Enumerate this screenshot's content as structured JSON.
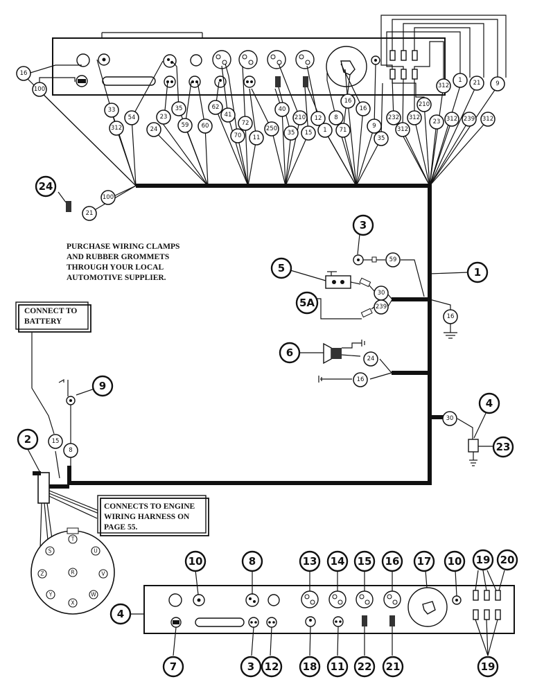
{
  "notes": {
    "purchase": [
      "PURCHASE WIRING CLAMPS",
      "AND RUBBER GROMMETS",
      "THROUGH YOUR LOCAL",
      "AUTOMOTIVE SUPPLIER."
    ],
    "battery": [
      "CONNECT TO",
      "BATTERY"
    ],
    "engine": [
      "CONNECTS TO ENGINE",
      "WIRING HARNESS ON",
      "PAGE  55."
    ]
  },
  "callouts": {
    "c24": "24",
    "c3": "3",
    "c5": "5",
    "c5a": "5A",
    "c1": "1",
    "c6": "6",
    "c9": "9",
    "c4": "4",
    "c23": "23",
    "c2": "2",
    "b10a": "10",
    "b8": "8",
    "b13": "13",
    "b14": "14",
    "b15": "15",
    "b16": "16",
    "b17": "17",
    "b10b": "10",
    "b19t": "19",
    "b20": "20",
    "b4": "4",
    "b7": "7",
    "b3": "3",
    "b12": "12",
    "b18": "18",
    "b11": "11",
    "b22": "22",
    "b21": "21",
    "b19b": "19"
  },
  "wires": {
    "w16a": "16",
    "w100a": "100",
    "w33": "33",
    "w312a": "312",
    "w54": "54",
    "w23a": "23",
    "w24a": "24",
    "w35a": "35",
    "w59a": "59",
    "w60": "60",
    "w62": "62",
    "w41": "41",
    "w72": "72",
    "w70": "70",
    "w11": "11",
    "w250": "250",
    "w40": "40",
    "w35b": "35",
    "w210a": "210",
    "w15a": "15",
    "w12": "12",
    "w1a": "1",
    "w8a": "8",
    "w71": "71",
    "w16b": "16",
    "w16c": "16",
    "w9a": "9",
    "w35c": "35",
    "w232": "232",
    "w312b": "312",
    "w312c": "312",
    "w210b": "210",
    "w23b": "23",
    "w312d": "312",
    "w239a": "239",
    "w312e": "312",
    "w312f": "312",
    "w1b": "1",
    "w21a": "21",
    "w9b": "9",
    "w100b": "100",
    "w21b": "21",
    "w59b": "59",
    "w30a": "30",
    "w239b": "239",
    "w16d": "16",
    "w24b": "24",
    "w16e": "16",
    "w30b": "30",
    "w15b": "15",
    "w8b": "8"
  },
  "plug_pins": [
    "T",
    "U",
    "V",
    "W",
    "X",
    "Y",
    "Z",
    "S",
    "R"
  ]
}
